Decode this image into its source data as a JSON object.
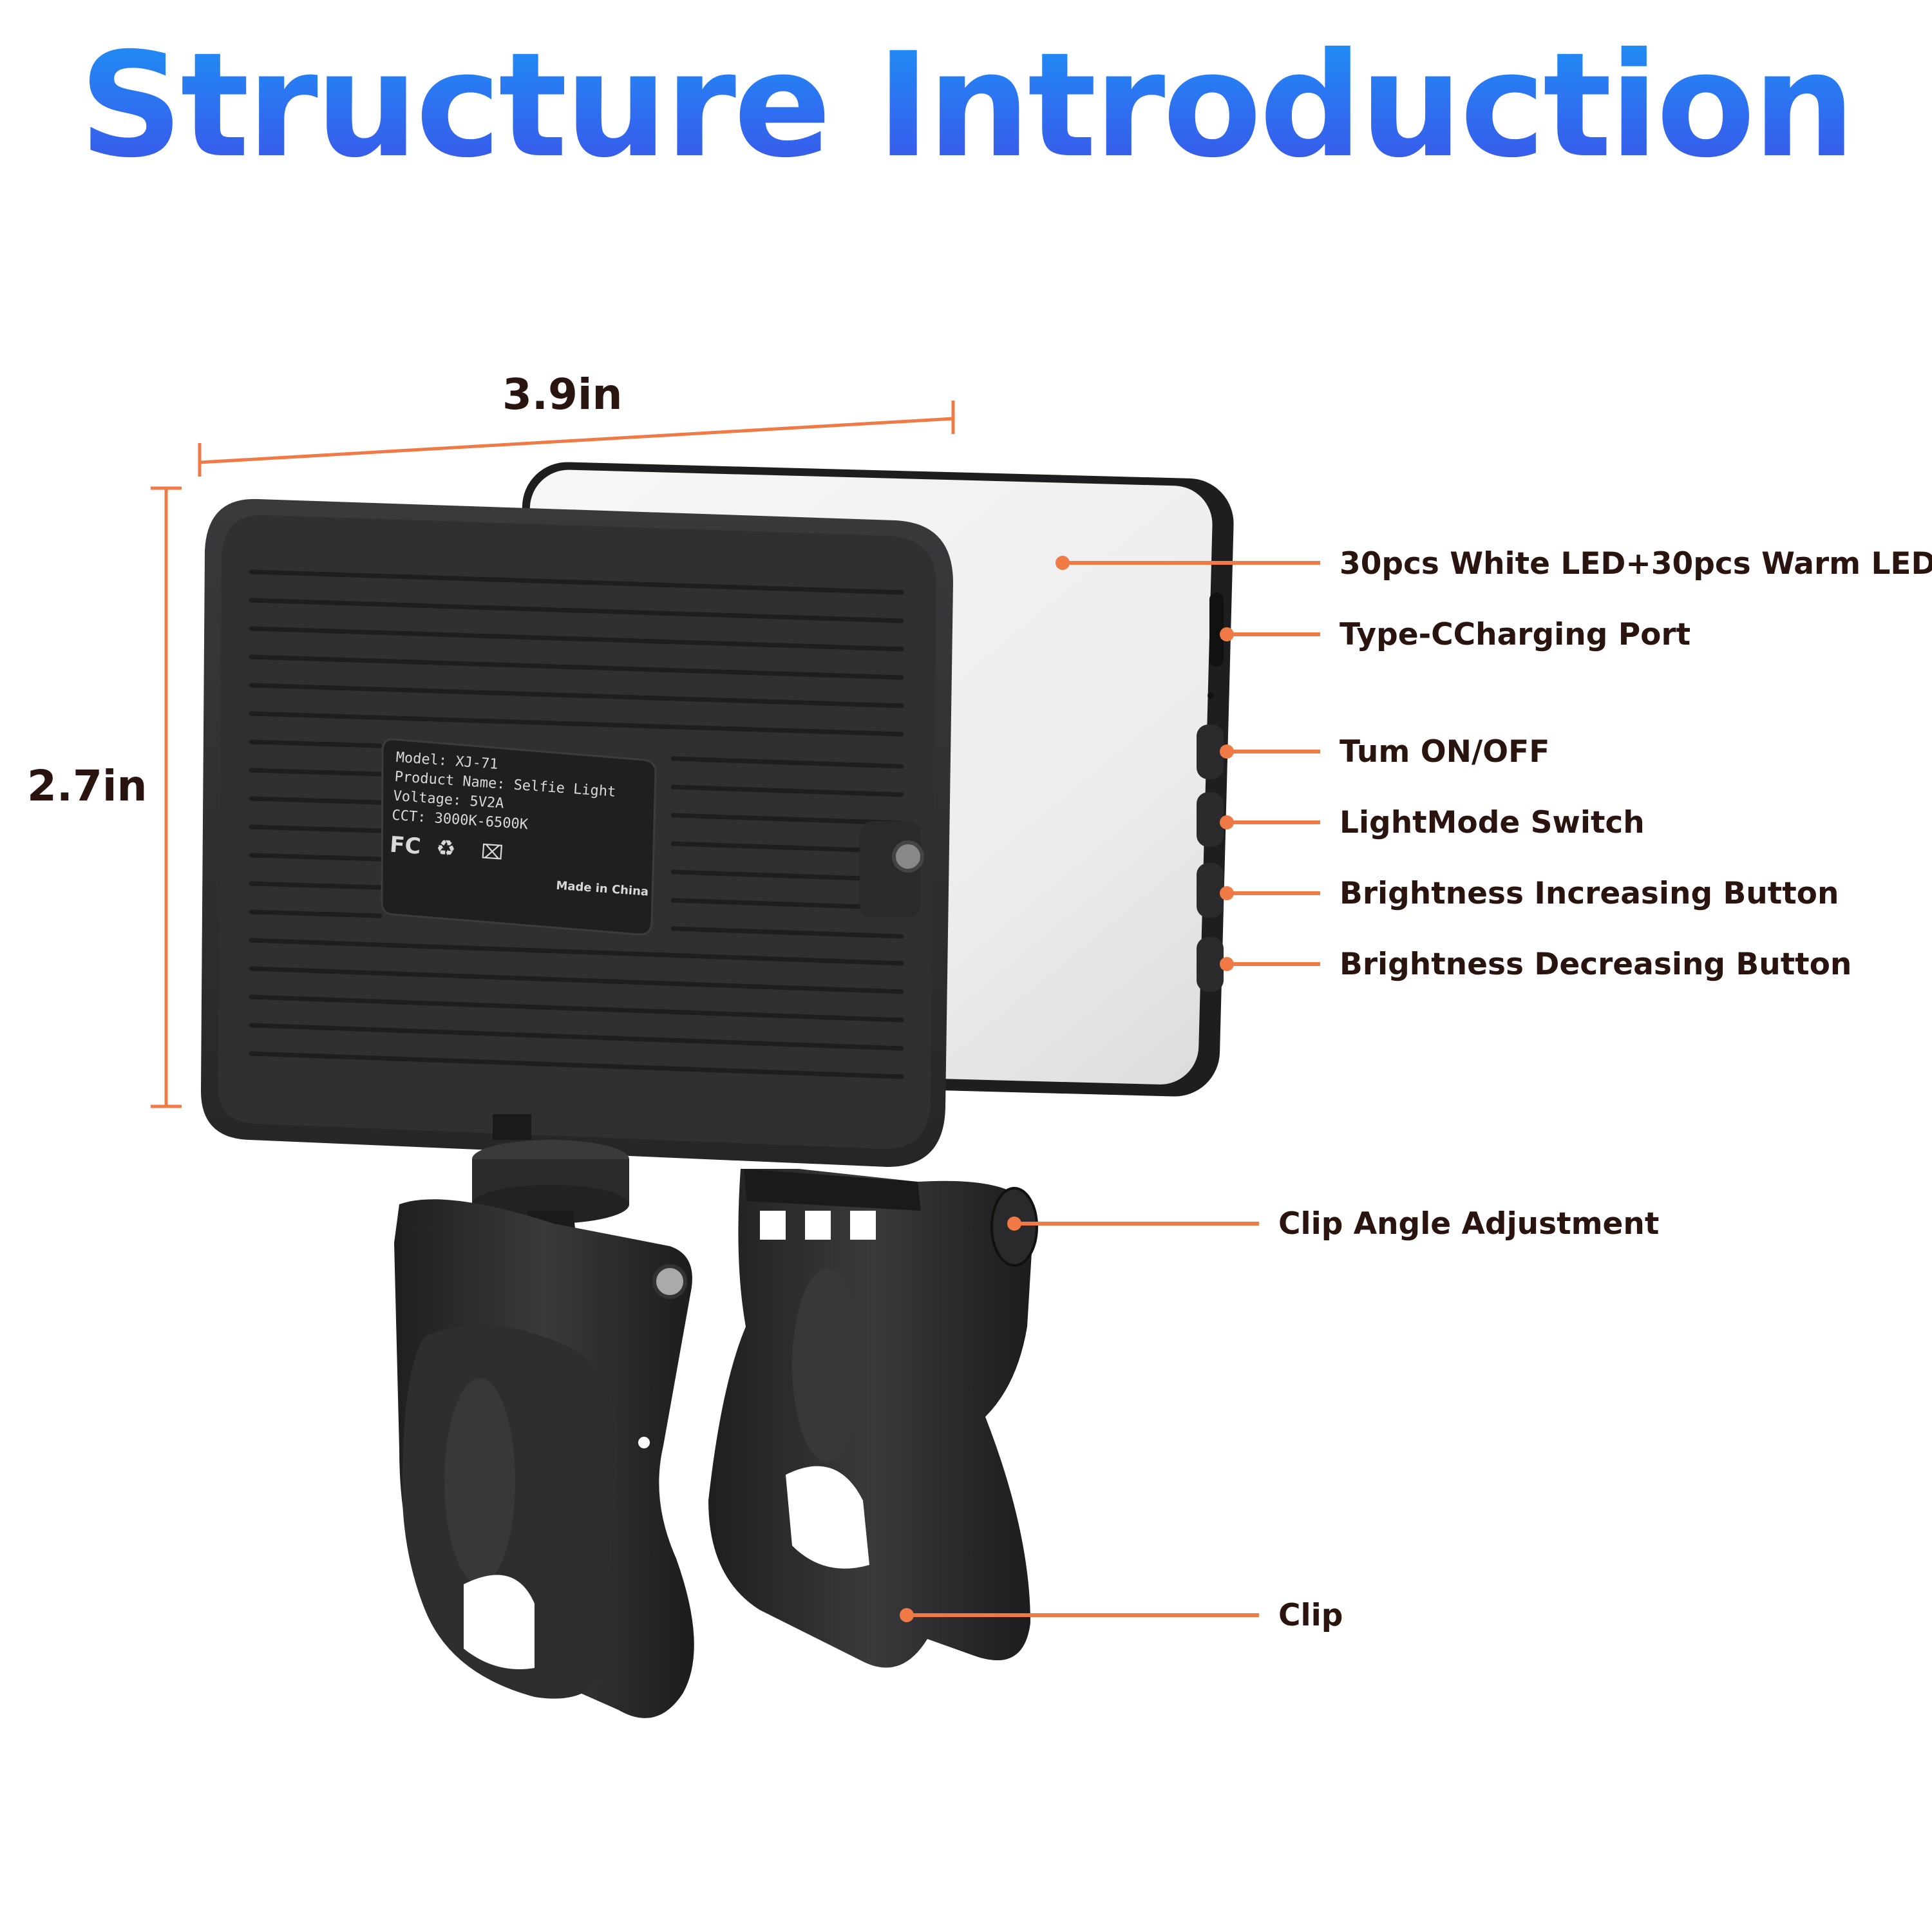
{
  "title": "Structure Introduction",
  "dimensions": {
    "width": "3.9in",
    "height": "2.7in"
  },
  "label_panel": {
    "model": "Model:  XJ-71",
    "product_name": "Product Name:  Selfie Light",
    "voltage": "Voltage:  5V2A",
    "cct": "CCT:  3000K-6500K",
    "fc_mark": "FC",
    "made_in": "Made in China"
  },
  "callouts": [
    {
      "label": "30pcs White LED+30pcs Warm LED"
    },
    {
      "label": "Type-CCharging Port"
    },
    {
      "label": "Tum ON/OFF"
    },
    {
      "label": "LightMode Switch"
    },
    {
      "label": "Brightness Increasing Button"
    },
    {
      "label": "Brightness Decreasing Button"
    },
    {
      "label": "Clip Angle Adjustment"
    },
    {
      "label": "Clip"
    }
  ],
  "colors": {
    "title_gradient_start": "#1e90f4",
    "title_gradient_end": "#3a55e8",
    "callout_line": "#f07a45",
    "label_text": "#2a1410",
    "device_body": "#2b2b2d"
  }
}
